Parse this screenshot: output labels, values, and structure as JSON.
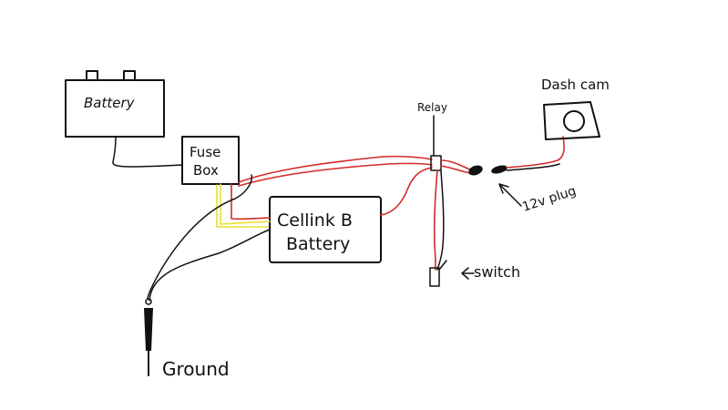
{
  "labels": {
    "battery": "Battery",
    "fuse_box_line1": "Fuse",
    "fuse_box_line2": "Box",
    "cellink_line1": "Cellink B",
    "cellink_line2": "Battery",
    "relay": "Relay",
    "dash_cam": "Dash cam",
    "plug": "12v plug",
    "switch": "switch",
    "ground": "Ground"
  },
  "colors": {
    "ink": "#111111",
    "power_wire": "#d42a2a",
    "signal_wire": "#e8e030",
    "ground_wire": "#111111"
  }
}
